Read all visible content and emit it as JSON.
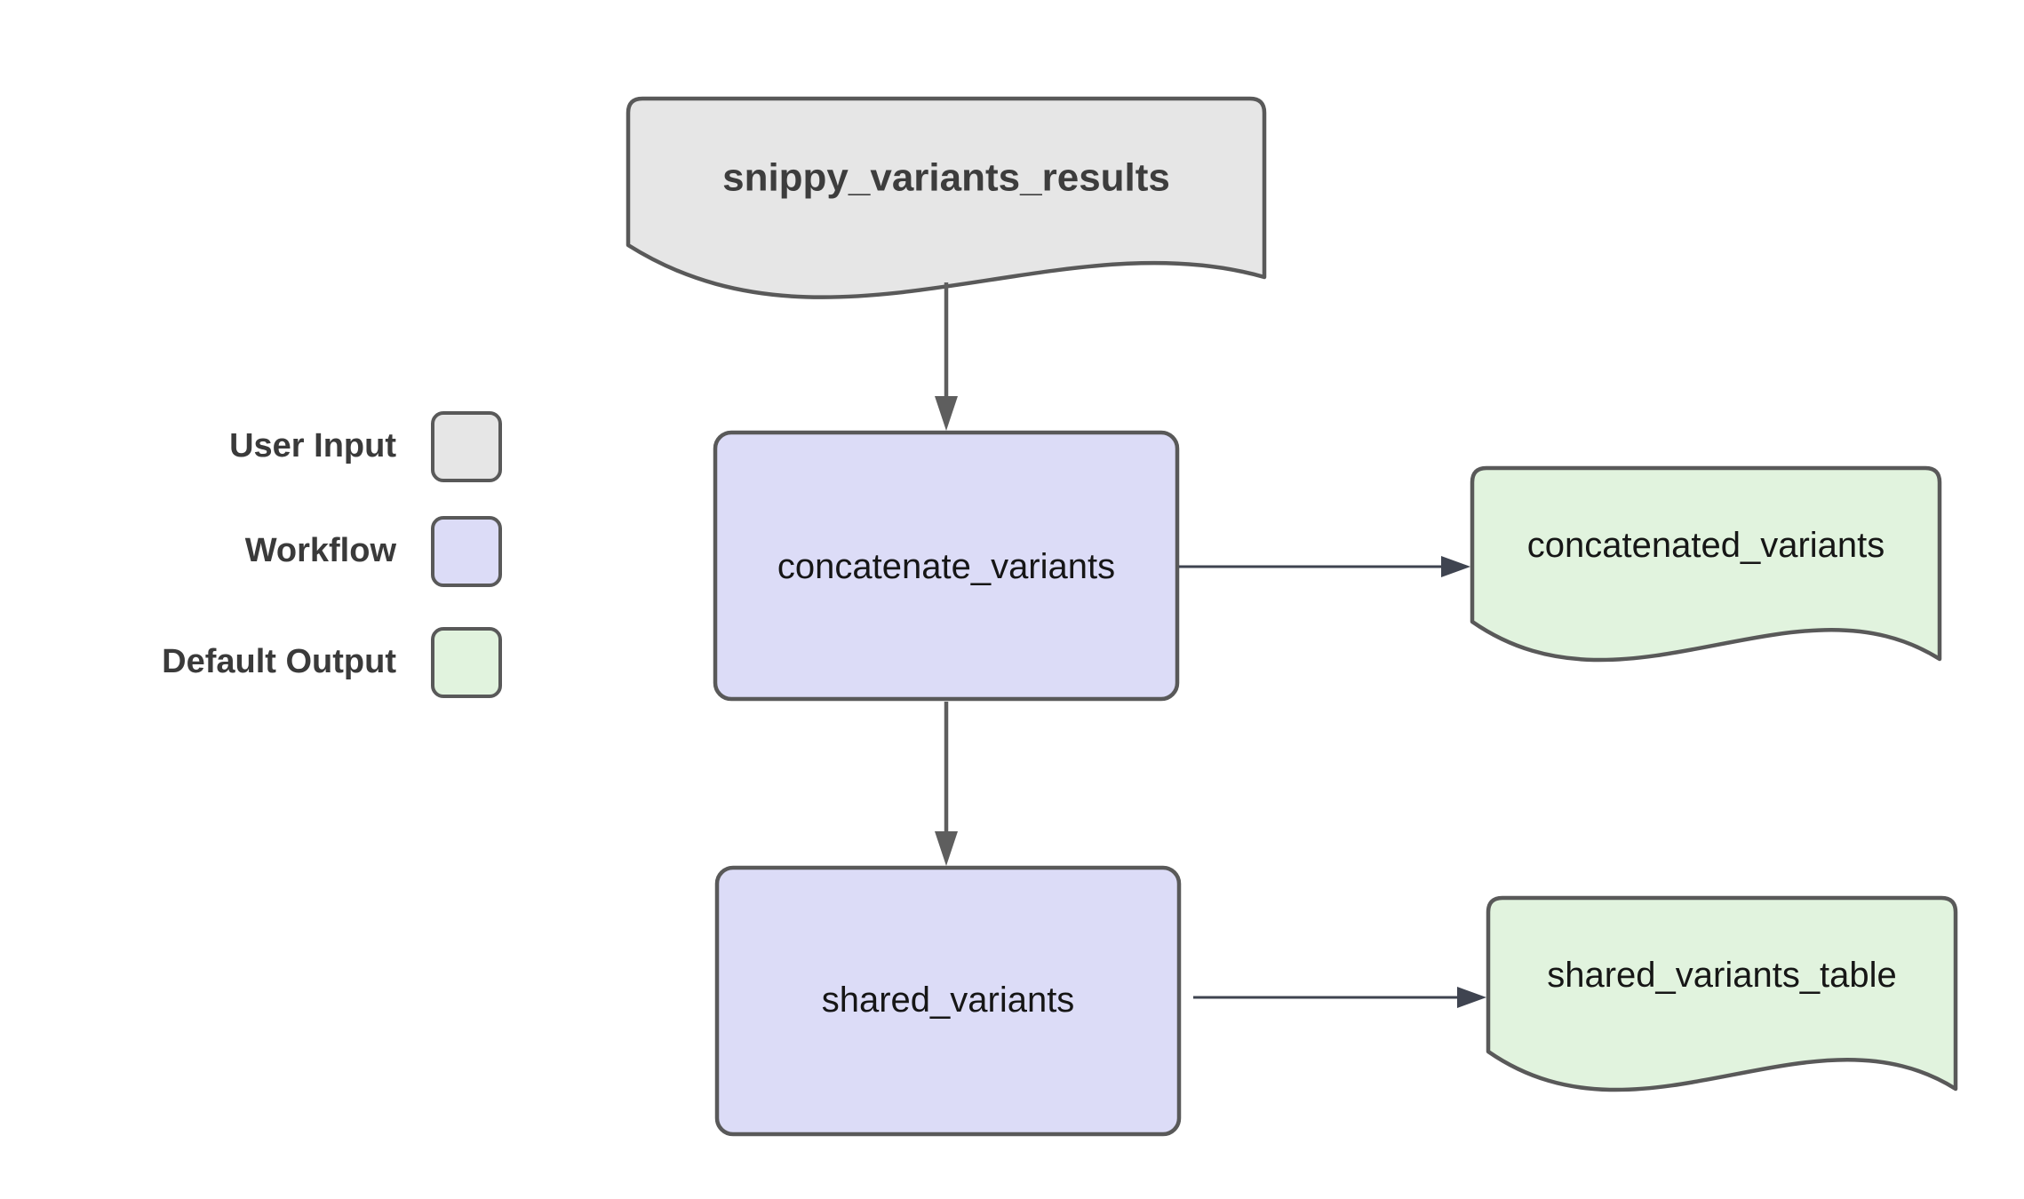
{
  "colors": {
    "user_input_fill": "#e6e6e6",
    "workflow_fill": "#dcdcf7",
    "default_output_fill": "#e1f3de",
    "shape_border": "#595959",
    "arrow_vertical": "#5e5e5e",
    "arrow_horizontal": "#3f4450"
  },
  "nodes": {
    "snippy_variants_results": {
      "label": "snippy_variants_results",
      "type": "user-input"
    },
    "concatenate_variants": {
      "label": "concatenate_variants",
      "type": "workflow"
    },
    "concatenated_variants": {
      "label": "concatenated_variants",
      "type": "default-output"
    },
    "shared_variants": {
      "label": "shared_variants",
      "type": "workflow"
    },
    "shared_variants_table": {
      "label": "shared_variants_table",
      "type": "default-output"
    }
  },
  "edges": [
    {
      "from": "snippy_variants_results",
      "to": "concatenate_variants"
    },
    {
      "from": "concatenate_variants",
      "to": "concatenated_variants"
    },
    {
      "from": "concatenate_variants",
      "to": "shared_variants"
    },
    {
      "from": "shared_variants",
      "to": "shared_variants_table"
    }
  ],
  "legend": {
    "items": [
      {
        "label": "User Input",
        "color": "#e6e6e6"
      },
      {
        "label": "Workflow",
        "color": "#dcdcf7"
      },
      {
        "label": "Default Output",
        "color": "#e1f3de"
      }
    ]
  }
}
